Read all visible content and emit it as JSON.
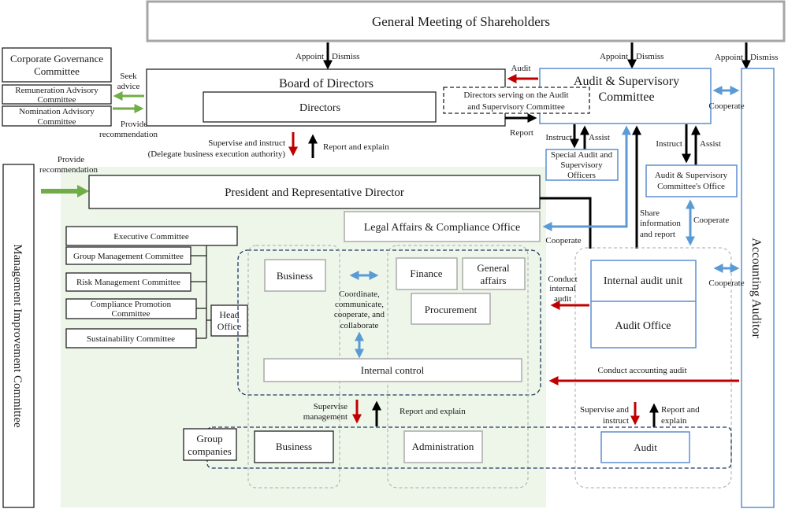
{
  "colors": {
    "green_area": "#eef6ea",
    "green_arrow": "#70ad47",
    "red_arrow": "#c00000",
    "blue_arrow": "#5b9bd5",
    "blue_border": "#5b8fcf",
    "navy_dashed": "#1f3864"
  },
  "general_meeting": "General Meeting of Shareholders",
  "appoint": "Appoint",
  "dismiss": "Dismiss",
  "board": {
    "title": "Board of Directors",
    "directors": "Directors"
  },
  "dashed_directors": [
    "Directors serving on the Audit",
    "and Supervisory Committee"
  ],
  "asc": [
    "Audit & Supervisory",
    "Committee"
  ],
  "accounting_auditor": "Accounting Auditor",
  "mgmt_improvement": "Management Improvement Committee",
  "left_committees": {
    "corporate_governance": [
      "Corporate Governance",
      "Committee"
    ],
    "remuneration": [
      "Remuneration Advisory",
      "Committee"
    ],
    "nomination": [
      "Nomination Advisory",
      "Committee"
    ]
  },
  "labels": {
    "seek_advice": [
      "Seek",
      "advice"
    ],
    "provide_recommendation": [
      "Provide",
      "recommendation"
    ],
    "audit": "Audit",
    "report": "Report",
    "supervise_instruct": [
      "Supervise and instruct",
      "(Delegate  business execution authority)"
    ],
    "report_explain": "Report and explain",
    "instruct": "Instruct",
    "assist": "Assist",
    "cooperate": "Cooperate",
    "share_info": [
      "Share",
      "information",
      "and report"
    ],
    "conduct_internal_audit": [
      "Conduct",
      "internal",
      "audit"
    ],
    "coordinate": [
      "Coordinate,",
      "communicate,",
      "cooperate, and",
      "collaborate"
    ],
    "conduct_accounting_audit": "Conduct accounting audit",
    "supervise_management": [
      "Supervise",
      "management"
    ],
    "supervise_and_instruct": [
      "Supervise and",
      "instruct"
    ],
    "report_and_explain_2": [
      "Report and",
      "explain"
    ]
  },
  "president": "President and Representative Director",
  "legal": "Legal Affairs & Compliance Office",
  "special_officers": [
    "Special Audit and",
    "Supervisory",
    "Officers"
  ],
  "asc_office": [
    "Audit & Supervisory",
    "Committee's Office"
  ],
  "exec_committees": [
    "Executive Committee",
    "Group Management Committee",
    "Risk Management Committee",
    [
      "Compliance Promotion",
      "Committee"
    ],
    "Sustainability Committee"
  ],
  "head_office": [
    "Head",
    "Office"
  ],
  "departments": {
    "business": "Business",
    "finance": "Finance",
    "general_affairs": [
      "General",
      "affairs"
    ],
    "procurement": "Procurement",
    "internal_control": "Internal control"
  },
  "internal_audit_unit": "Internal audit unit",
  "audit_office": "Audit Office",
  "group_companies": {
    "label": [
      "Group",
      "companies"
    ],
    "business": "Business",
    "administration": "Administration",
    "audit": "Audit"
  }
}
